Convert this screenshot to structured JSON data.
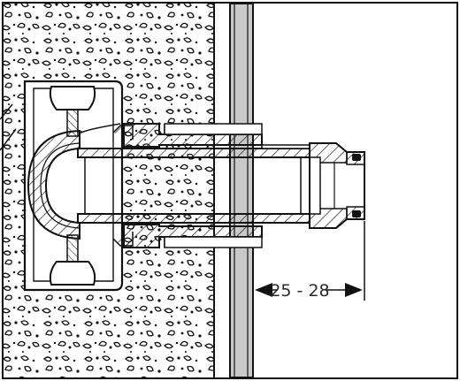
{
  "dimension": {
    "label": "25 - 28"
  },
  "colors": {
    "line": "#111111",
    "wall_fill": "#cfcfcf",
    "tile_fill": "#b9b9b9",
    "pipe_hatch": "#111111",
    "paper": "#ffffff"
  },
  "parts": [
    {
      "name": "concrete-wall"
    },
    {
      "name": "tile-layer"
    },
    {
      "name": "mounting-box"
    },
    {
      "name": "threaded-connector"
    },
    {
      "name": "extension-pipe"
    },
    {
      "name": "end-fitting"
    },
    {
      "name": "o-ring-seal"
    }
  ]
}
